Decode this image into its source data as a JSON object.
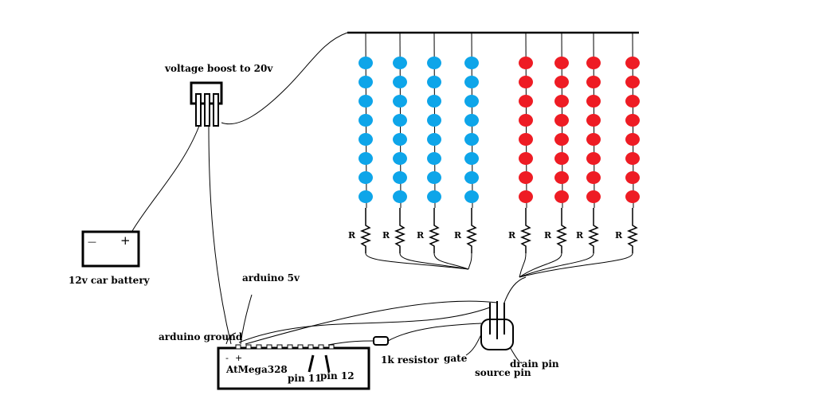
{
  "labels": {
    "boost": "voltage boost to 20v",
    "battery": "12v car battery",
    "arduino_5v": "arduino 5v",
    "arduino_ground": "arduino ground",
    "chip": "AtMega328",
    "pin11": "pin 11",
    "pin12": "pin 12",
    "resistor_1k": "1k resistor",
    "gate": "gate",
    "source": "source pin",
    "drain": "drain pin",
    "resistor_symbol": "R",
    "battery_minus": "—",
    "battery_plus": "+",
    "chip_minus": "-",
    "chip_plus": "+"
  },
  "led_strings": [
    {
      "color": "#0ea5e9",
      "count": 8
    },
    {
      "color": "#0ea5e9",
      "count": 8
    },
    {
      "color": "#0ea5e9",
      "count": 8
    },
    {
      "color": "#0ea5e9",
      "count": 8
    },
    {
      "color": "#ee1c24",
      "count": 8
    },
    {
      "color": "#ee1c24",
      "count": 8
    },
    {
      "color": "#ee1c24",
      "count": 8
    },
    {
      "color": "#ee1c24",
      "count": 8
    }
  ]
}
